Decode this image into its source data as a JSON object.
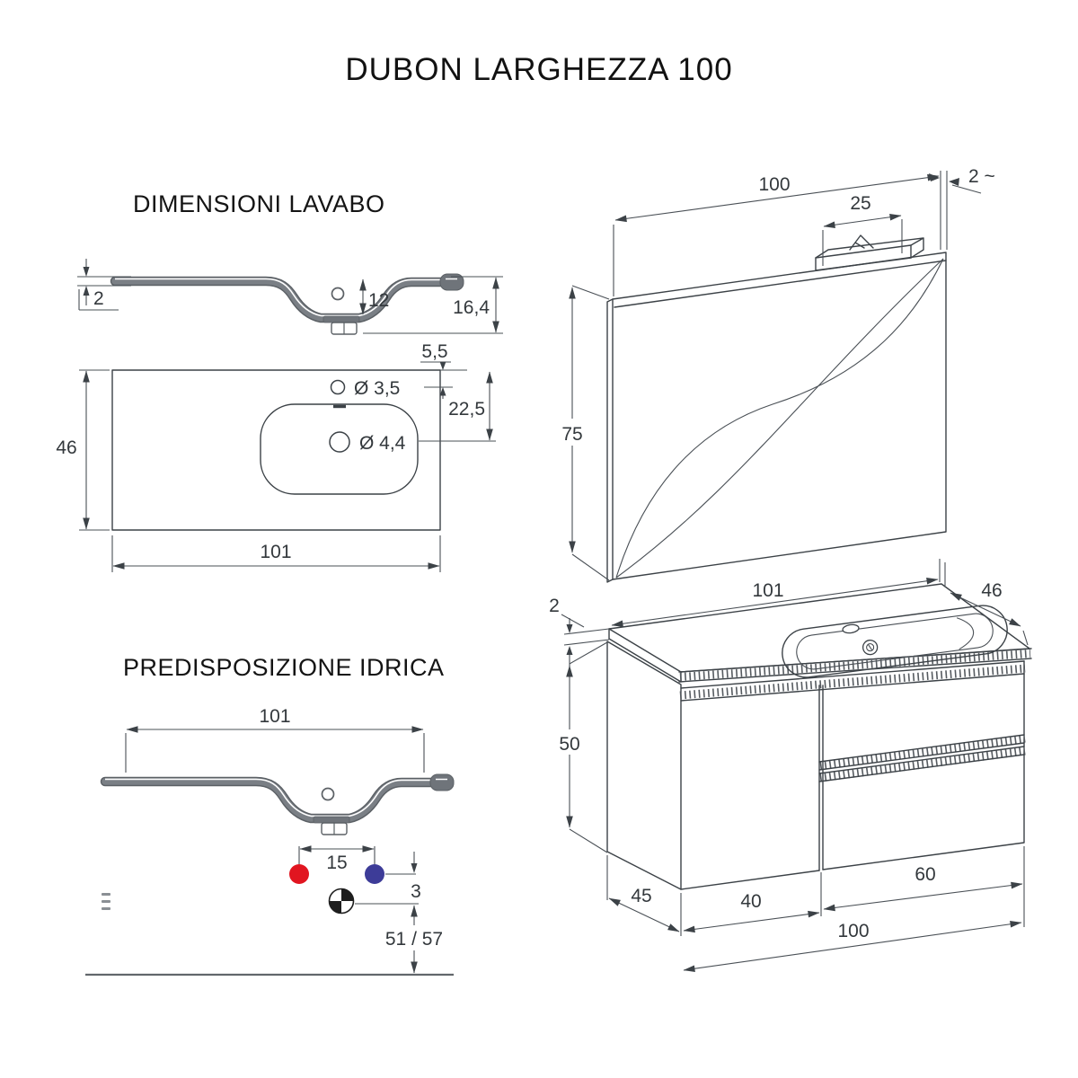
{
  "title": "DUBON LARGHEZZA 100",
  "sections": {
    "lavabo": {
      "heading": "DIMENSIONI LAVABO",
      "profile": {
        "thickness": "2",
        "bowl_depth": "12",
        "total_height": "16,4"
      },
      "top_view": {
        "width": "101",
        "depth": "46",
        "edge_offset": "5,5",
        "drain_offset": "22,5",
        "tap_hole": "Ø 3,5",
        "drain_hole": "Ø 4,4"
      }
    },
    "mirror": {
      "width": "100",
      "lamp_width": "25",
      "thickness": "2 ~",
      "height": "75"
    },
    "cabinet": {
      "top_width": "101",
      "top_depth": "46",
      "top_thickness": "2",
      "height": "50",
      "base_depth": "45",
      "door_width": "40",
      "drawer_width": "60",
      "total_width": "100"
    },
    "idrica": {
      "heading": "PREDISPOSIZIONE IDRICA",
      "width": "101",
      "outlet_spacing": "15",
      "drain_drop": "3",
      "floor_height": "51 / 57"
    }
  },
  "colors": {
    "hot_water": "#e11520",
    "cold_water": "#3d3c98",
    "line": "#3c4247"
  }
}
